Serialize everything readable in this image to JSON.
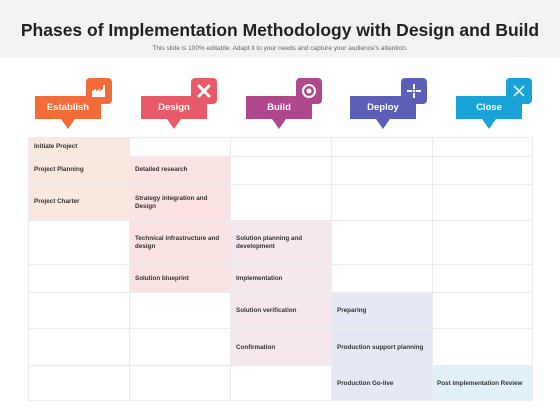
{
  "header": {
    "title": "Phases of Implementation Methodology with Design and Build",
    "subtitle": "This slide is 100% editable. Adapt it to your needs and capture your audience's attention."
  },
  "phases": [
    {
      "label": "Establish",
      "color": "#f26b38",
      "tint": "#fbe9df",
      "icon": "factory-icon"
    },
    {
      "label": "Design",
      "color": "#e8596a",
      "tint": "#fbe3e3",
      "icon": "design-tools-icon"
    },
    {
      "label": "Build",
      "color": "#b0488e",
      "tint": "#f7e8ee",
      "icon": "gear-icon"
    },
    {
      "label": "Deploy",
      "color": "#5b5fb8",
      "tint": "#e7e8f6",
      "icon": "crosshair-icon"
    },
    {
      "label": "Close",
      "color": "#1aa3d9",
      "tint": "#e1f1fa",
      "icon": "close-icon"
    }
  ],
  "tasks": {
    "establish": [
      "Initiate Project",
      "Project Planning",
      "Project Charter"
    ],
    "design": [
      "Detailed research",
      "Strategy integration and Design",
      "Technical infrastructure and design",
      "Solution blueprint"
    ],
    "build": [
      "Solution planning and development",
      "Implementation",
      "Solution verification",
      "Confirmation"
    ],
    "deploy": [
      "Preparing",
      "Production support planning",
      "Production Go-live"
    ],
    "close": [
      "Post implementation Review"
    ]
  }
}
